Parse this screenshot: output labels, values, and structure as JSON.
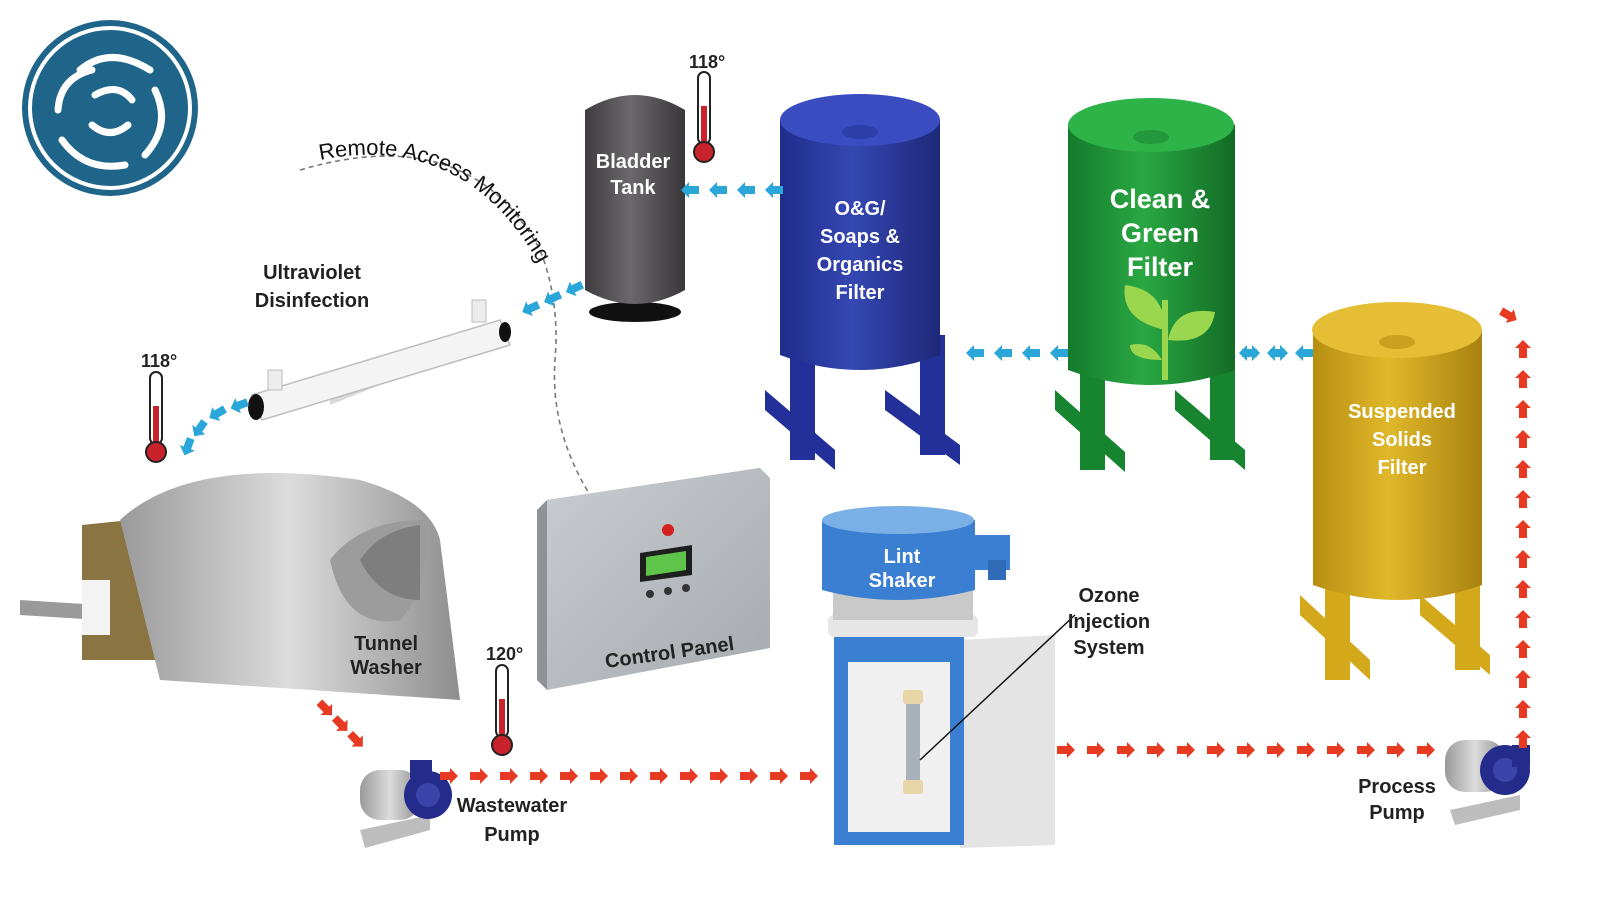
{
  "colors": {
    "logo": "#1f6489",
    "process_flow": "#e63a22",
    "treated_flow": "#2aa6d8",
    "og_filter": "#2b3a9e",
    "green_filter": "#20953a",
    "solids_filter": "#d8ad1e",
    "lint_shaker": "#3a7fd1",
    "bladder_tank": "#565357"
  },
  "icons": [
    "logo-swirl-icon",
    "thermometer-icon",
    "leaf-icon",
    "flow-arrow-icon"
  ],
  "labels": {
    "remote_access": "Remote Access Monitoring",
    "bladder_tank": [
      "Bladder",
      "Tank"
    ],
    "og_filter": [
      "O&G/",
      "Soaps &",
      "Organics",
      "Filter"
    ],
    "clean_green_filter": [
      "Clean &",
      "Green",
      "Filter"
    ],
    "suspended_solids_filter": [
      "Suspended",
      "Solids",
      "Filter"
    ],
    "uv": [
      "Ultraviolet",
      "Disinfection"
    ],
    "tunnel_washer": [
      "Tunnel",
      "Washer"
    ],
    "control_panel": "Control Panel",
    "lint_shaker": [
      "Lint",
      "Shaker"
    ],
    "ozone": [
      "Ozone",
      "Injection",
      "System"
    ],
    "wastewater_pump": [
      "Wastewater",
      "Pump"
    ],
    "process_pump": [
      "Process",
      "Pump"
    ]
  },
  "thermometers": {
    "bladder": "118°",
    "washer": "118°",
    "wastewater": "120°"
  }
}
